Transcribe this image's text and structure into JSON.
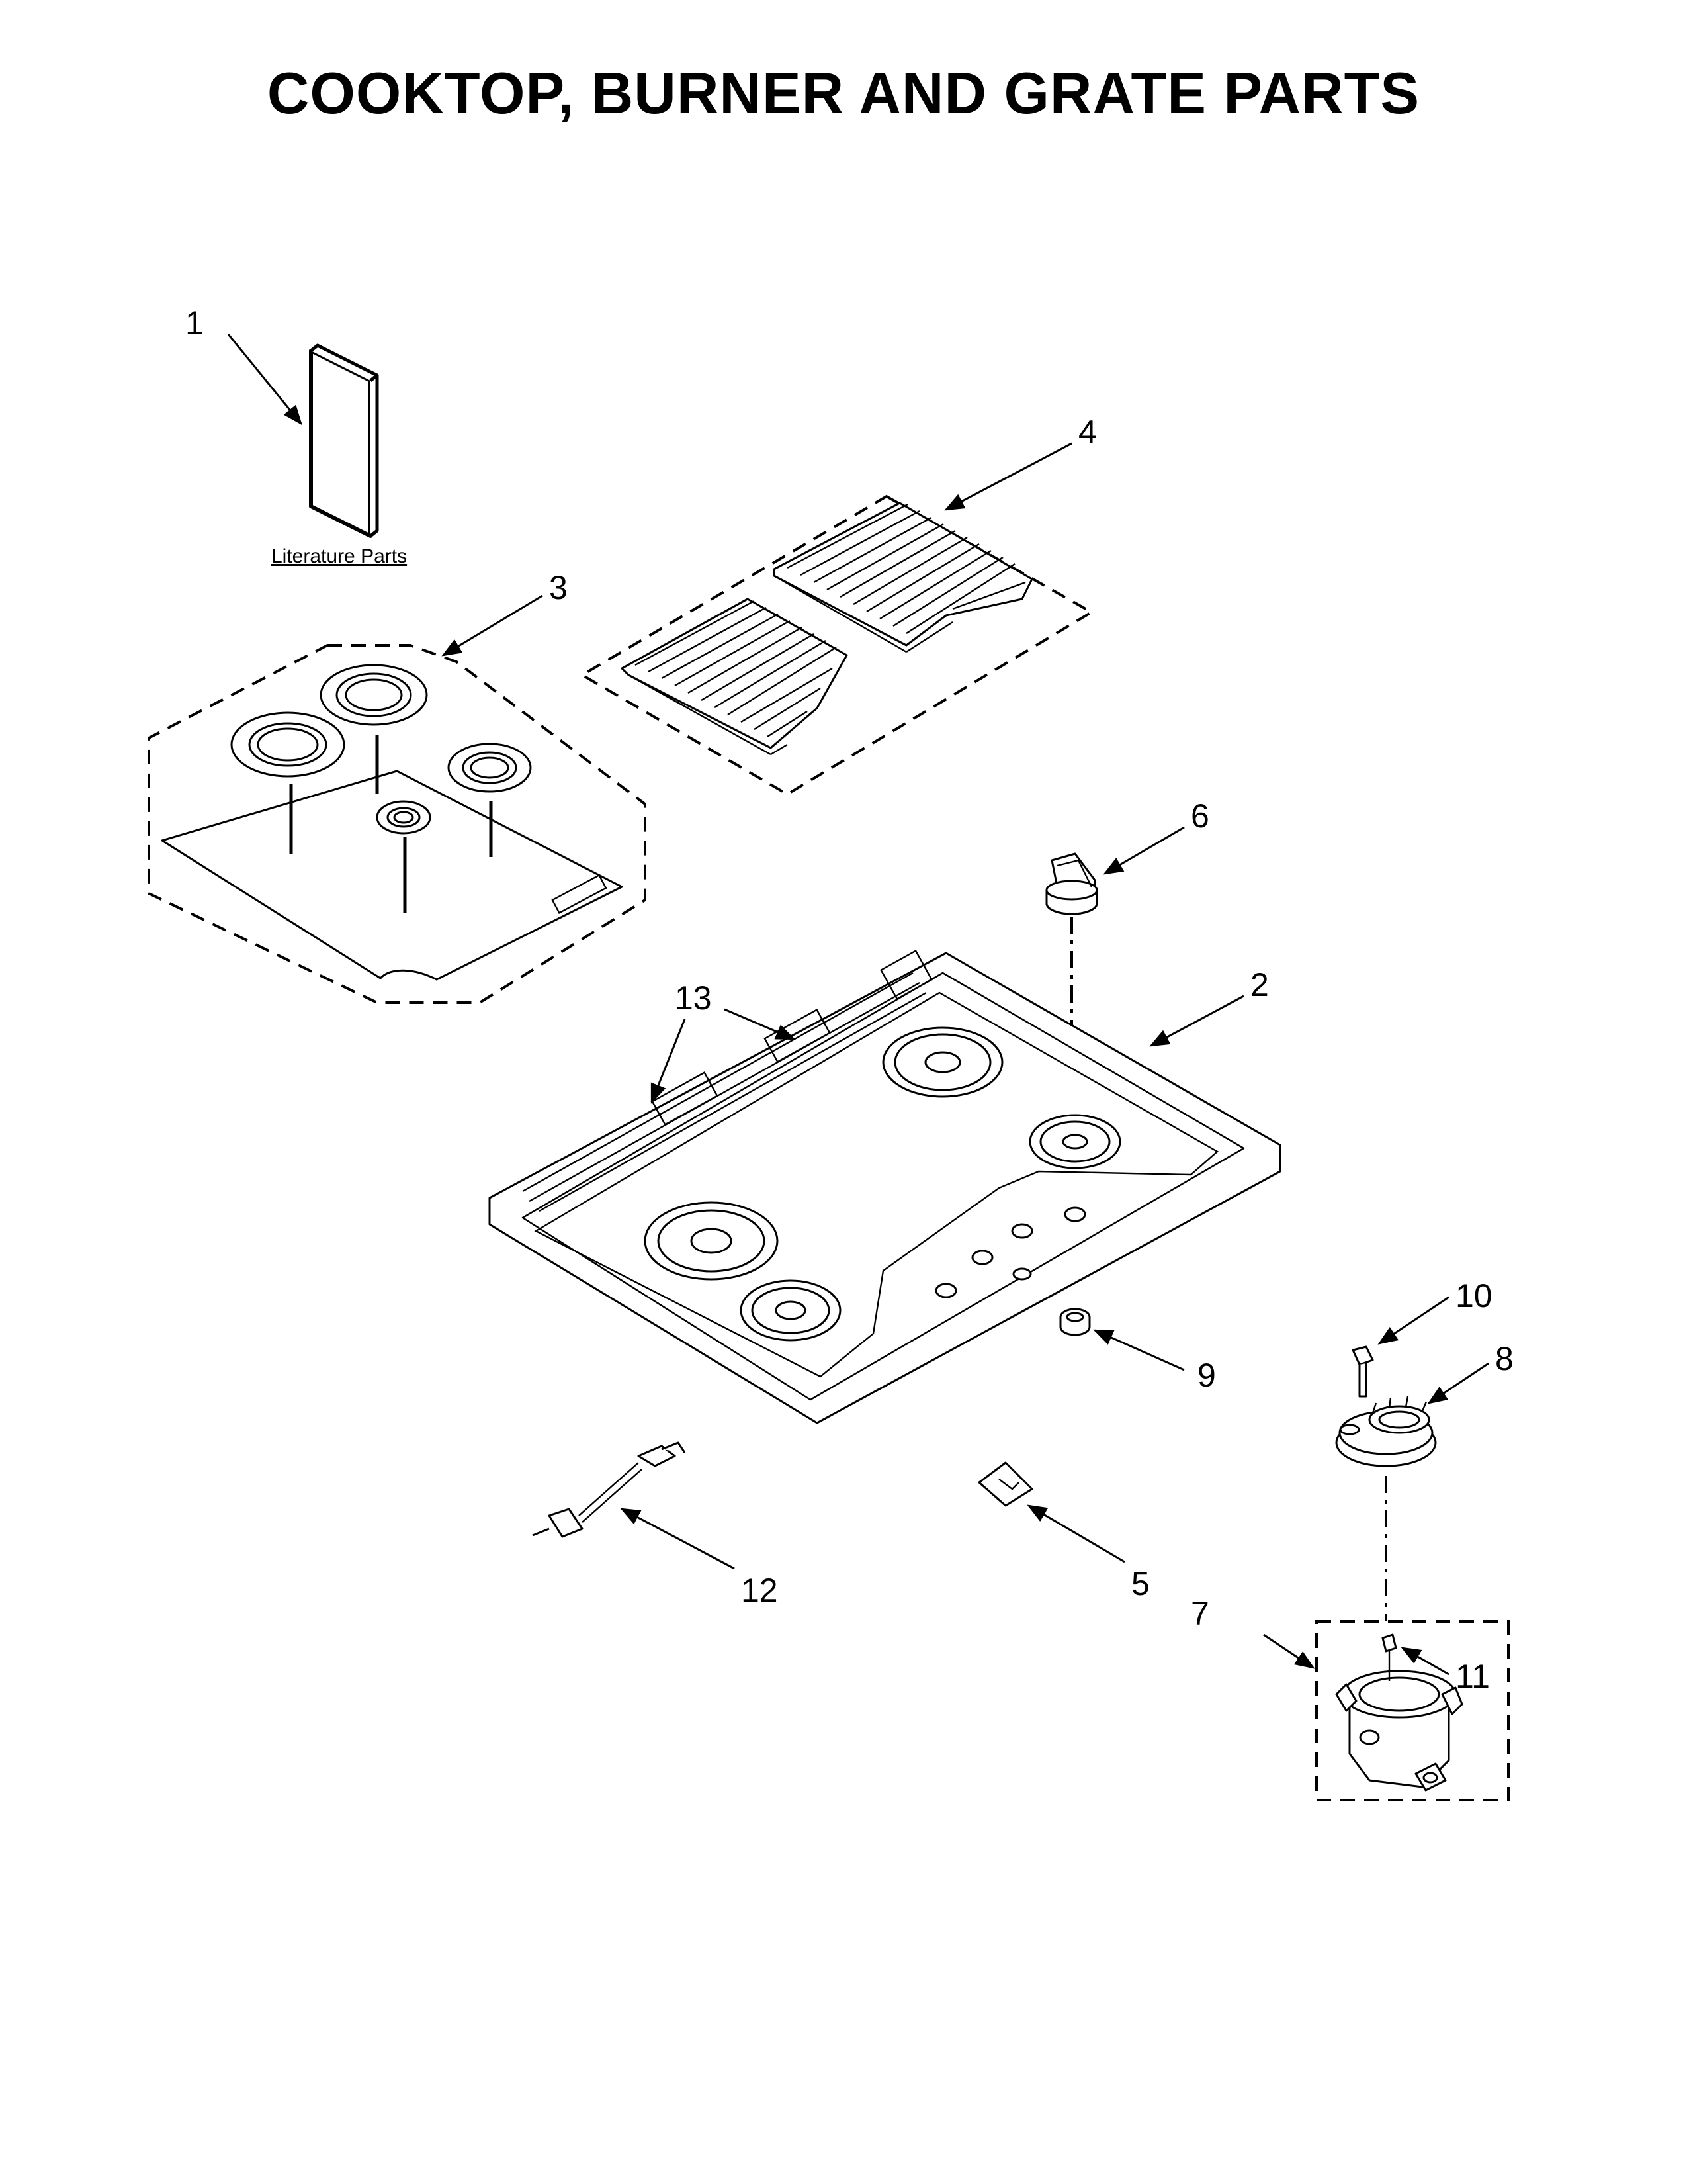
{
  "title": "COOKTOP, BURNER AND GRATE PARTS",
  "literature_label": "Literature Parts",
  "callouts": {
    "c1": "1",
    "c2": "2",
    "c3": "3",
    "c4": "4",
    "c5": "5",
    "c6": "6",
    "c7": "7",
    "c8": "8",
    "c9": "9",
    "c10": "10",
    "c11": "11",
    "c12": "12",
    "c13": "13"
  }
}
